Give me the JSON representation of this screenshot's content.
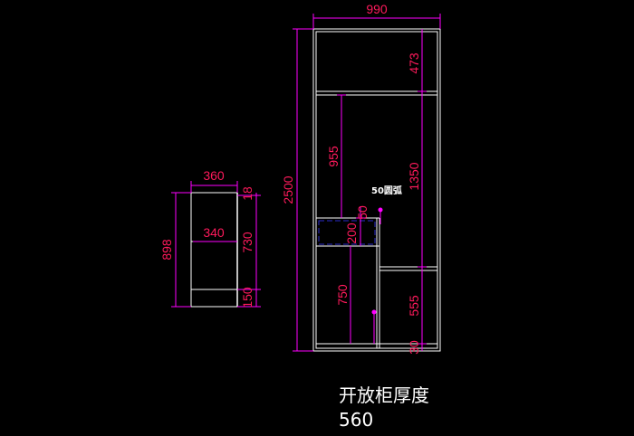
{
  "colors": {
    "background": "#000000",
    "outline": "#ffffff",
    "dimension_line": "#ff00ff",
    "dimension_text": "#ff1a5c",
    "glass": "#2a2ac8",
    "note": "#ffffff",
    "caption": "#ffffff"
  },
  "left_cabinet": {
    "width_top": "360",
    "width_inner": "340",
    "height_total": "898",
    "height_top": "18",
    "height_mid": "730",
    "height_base": "150"
  },
  "right_cabinet": {
    "width_total": "990",
    "height_total": "2500",
    "height_top_shelf": "473",
    "height_mid_right": "1350",
    "height_lower_right": "555",
    "height_bottom": "30",
    "height_upper_left": "955",
    "height_glass_top": "50",
    "height_glass": "200",
    "height_lower_left": "750",
    "arc_note": "50圆弧"
  },
  "caption": {
    "line1": "开放柜厚度",
    "line2": "560"
  }
}
